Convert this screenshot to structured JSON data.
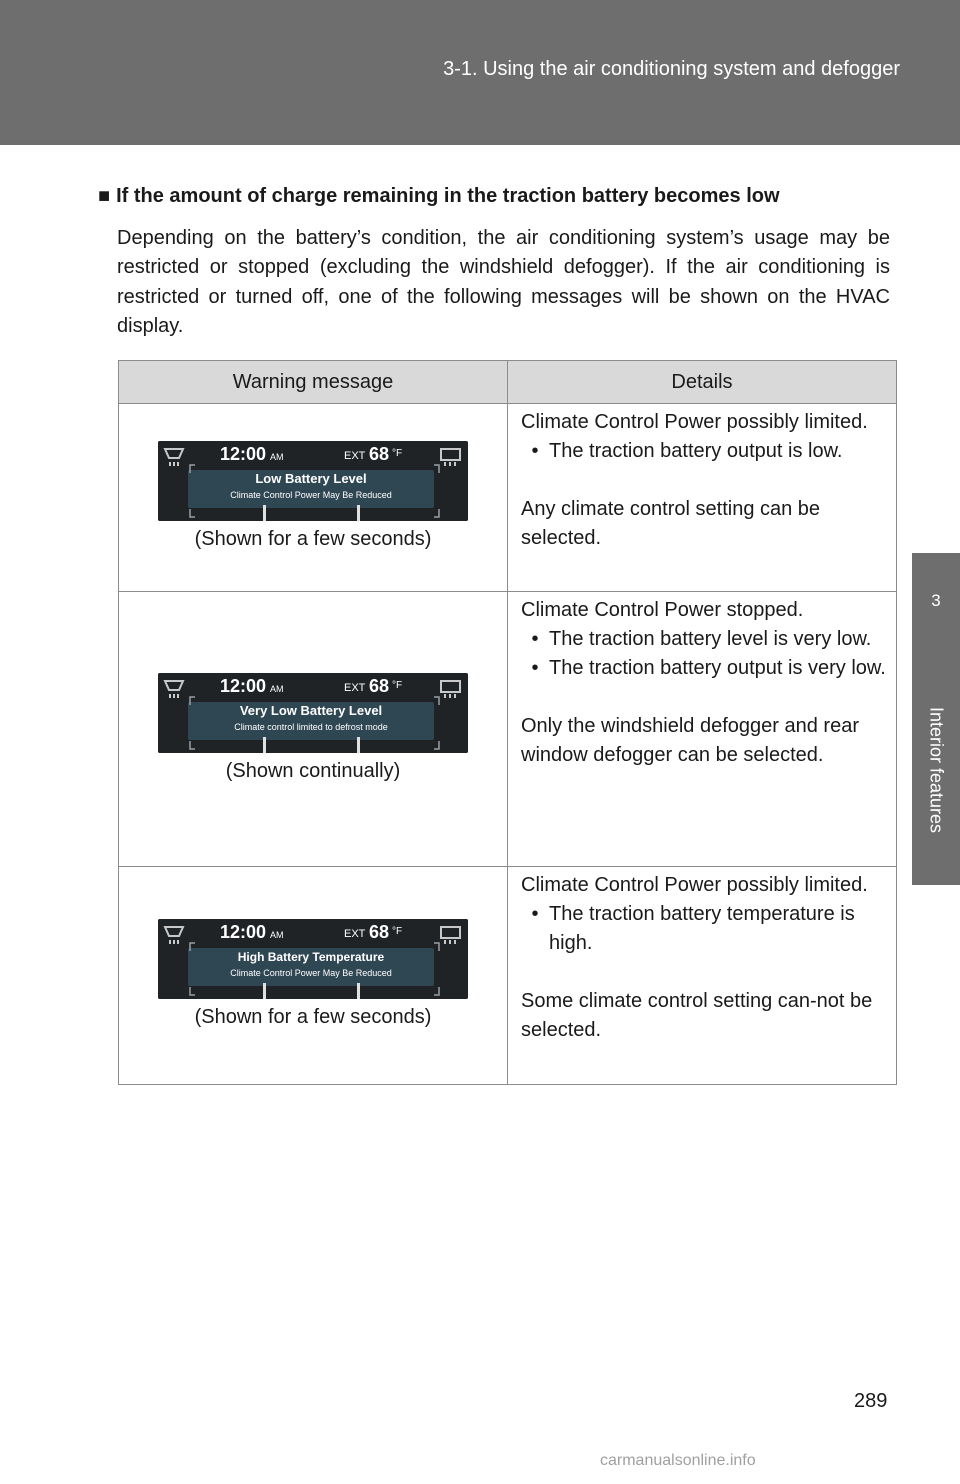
{
  "header": {
    "title": "3-1. Using the air conditioning system and defogger"
  },
  "side_tab": {
    "number": "3",
    "label": "Interior features"
  },
  "section": {
    "heading": "If the amount of charge remaining in the traction battery becomes low",
    "intro": "Depending on the battery’s condition, the air conditioning system’s usage may be restricted or stopped (excluding the windshield defogger). If the air conditioning is restricted or turned off, one of the following messages will be shown on the HVAC display."
  },
  "table": {
    "headers": {
      "col1": "Warning message",
      "col2": "Details"
    },
    "rows": [
      {
        "display": {
          "time": "12:00",
          "ampm": "AM",
          "ext": "EXT",
          "temp": "68",
          "unit": "°F",
          "line1": "Low Battery Level",
          "line2": "Climate Control Power May Be Reduced"
        },
        "caption": "(Shown for a few seconds)",
        "status": "Climate Control Power possibly limited.",
        "bullets": [
          "The traction battery output is low."
        ],
        "note": "Any climate control setting can be selected."
      },
      {
        "display": {
          "time": "12:00",
          "ampm": "AM",
          "ext": "EXT",
          "temp": "68",
          "unit": "°F",
          "line1": "Very Low Battery Level",
          "line2": "Climate control limited to defrost mode"
        },
        "caption": "(Shown continually)",
        "status": "Climate Control Power stopped.",
        "bullets": [
          "The traction battery level is very low.",
          "The traction battery output is very low."
        ],
        "note": "Only the windshield defogger and rear window defogger can be selected."
      },
      {
        "display": {
          "time": "12:00",
          "ampm": "AM",
          "ext": "EXT",
          "temp": "68",
          "unit": "°F",
          "line1": "High Battery Temperature",
          "line2": "Climate Control Power May Be Reduced"
        },
        "caption": "(Shown for a few seconds)",
        "status": "Climate Control Power possibly limited.",
        "bullets": [
          "The traction battery temperature is high."
        ],
        "note": "Some climate control setting can-not be selected."
      }
    ]
  },
  "page_number": "289",
  "watermark": "carmanualsonline.info"
}
